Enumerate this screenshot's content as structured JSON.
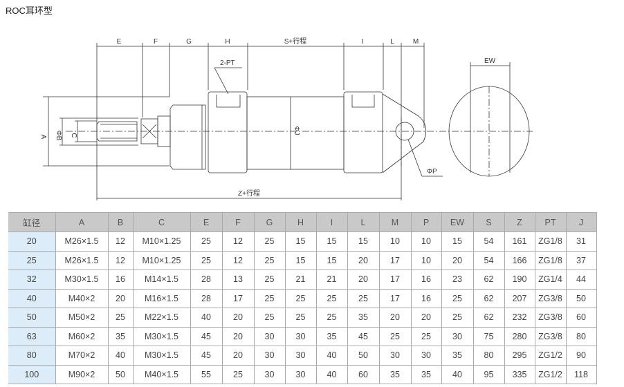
{
  "title": "ROC耳环型",
  "drawing": {
    "labels": {
      "E": "E",
      "F": "F",
      "G": "G",
      "H": "H",
      "S": "S+行程",
      "I": "I",
      "L": "L",
      "M": "M",
      "PT": "2-PT",
      "A": "A",
      "B": "ΦB",
      "C": "C",
      "J": "ΦJ",
      "P": "ΦP",
      "Z": "Z+行程",
      "EW": "EW"
    }
  },
  "table": {
    "headers": [
      "缸径",
      "A",
      "B",
      "C",
      "E",
      "F",
      "G",
      "H",
      "I",
      "L",
      "M",
      "P",
      "EW",
      "S",
      "Z",
      "PT",
      "J"
    ],
    "rows": [
      [
        "20",
        "M26×1.5",
        "12",
        "M10×1.25",
        "25",
        "12",
        "25",
        "15",
        "15",
        "15",
        "10",
        "10",
        "15",
        "54",
        "161",
        "ZG1/8",
        "31"
      ],
      [
        "25",
        "M26×1.5",
        "12",
        "M10×1.25",
        "25",
        "12",
        "25",
        "15",
        "15",
        "20",
        "17",
        "10",
        "20",
        "54",
        "166",
        "ZG1/8",
        "37"
      ],
      [
        "32",
        "M30×1.5",
        "16",
        "M14×1.5",
        "28",
        "13",
        "25",
        "21",
        "21",
        "20",
        "17",
        "16",
        "23",
        "62",
        "190",
        "ZG1/4",
        "44"
      ],
      [
        "40",
        "M40×2",
        "20",
        "M16×1.5",
        "28",
        "17",
        "25",
        "25",
        "25",
        "25",
        "17",
        "16",
        "25",
        "62",
        "207",
        "ZG3/8",
        "50"
      ],
      [
        "50",
        "M50×2",
        "25",
        "M22×1.5",
        "40",
        "20",
        "25",
        "25",
        "25",
        "35",
        "20",
        "20",
        "25",
        "62",
        "232",
        "ZG3/8",
        "60"
      ],
      [
        "63",
        "M60×2",
        "35",
        "M30×1.5",
        "45",
        "20",
        "30",
        "30",
        "35",
        "45",
        "25",
        "25",
        "30",
        "75",
        "280",
        "ZG3/8",
        "80"
      ],
      [
        "80",
        "M70×2",
        "40",
        "M30×1.5",
        "45",
        "20",
        "30",
        "30",
        "40",
        "50",
        "30",
        "30",
        "35",
        "80",
        "295",
        "ZG1/2",
        "90"
      ],
      [
        "100",
        "M90×2",
        "50",
        "M40×1.5",
        "55",
        "25",
        "30",
        "30",
        "40",
        "60",
        "35",
        "35",
        "40",
        "95",
        "335",
        "ZG1/2",
        "118"
      ]
    ]
  }
}
